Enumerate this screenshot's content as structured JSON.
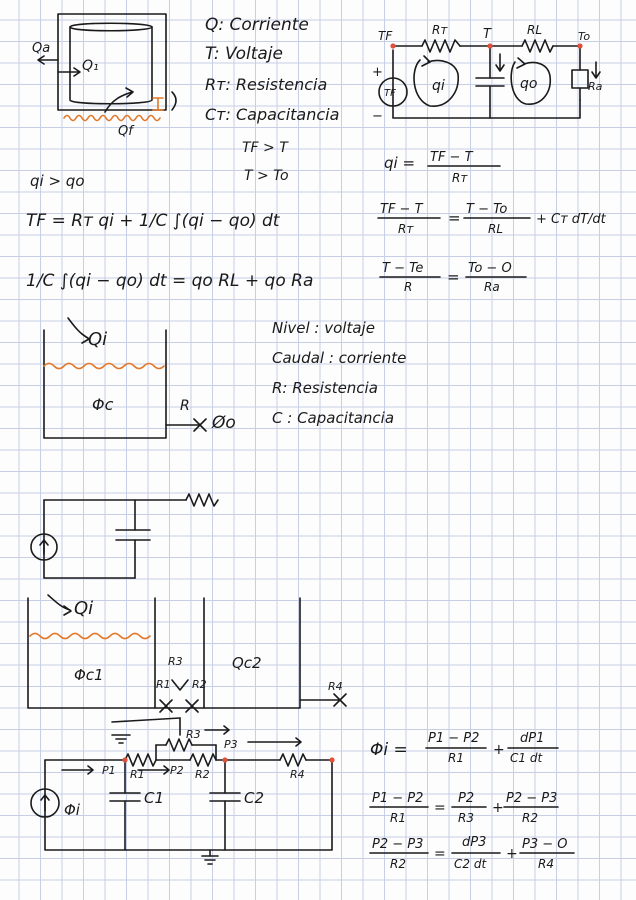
{
  "legend1": {
    "q": "Q: Corriente",
    "t": "T: Voltaje",
    "r": "Rт: Resistencia",
    "c": "Cт: Capacitancia"
  },
  "tank1": {
    "qa": "Qa",
    "q1": "Q₁",
    "qf": "Qf",
    "mark": "I"
  },
  "circuit1": {
    "tf": "TF",
    "tf_source": "TF",
    "r1": "Rт",
    "t": "T",
    "r2": "RL",
    "to": "To",
    "qi": "qi",
    "qo": "qo",
    "ra": "Ra",
    "plus": "+",
    "minus": "−"
  },
  "cond": {
    "tf_gt_t": "TF > T",
    "t_gt_to": "T > To",
    "qi_gt_qo": "qi > qo"
  },
  "eq": {
    "qi_lhs": "qi =",
    "qi_num": "TF − T",
    "qi_den": "Rт",
    "e2_lhs": "TF = Rт qi + 1/C ∫(qi − qo) dt",
    "e3_num_l": "TF − T",
    "e3_den_l": "Rт",
    "e3_num_m": "T − To",
    "e3_den_m": "RL",
    "e3_rest": "+ Cт dT/dt",
    "e4_lhs": "1/C ∫(qi − qo) dt = qo RL + qo Ra",
    "e5_num_l": "T − Te",
    "e5_den_l": "R",
    "e5_num_r": "To − O",
    "e5_den_r": "Ra"
  },
  "tank2": {
    "qi": "Qi",
    "phic": "Φc",
    "r": "R",
    "phio": "Øo"
  },
  "legend2": {
    "nivel": "Nivel : voltaje",
    "caudal": "Caudal : corriente",
    "r": "R: Resistencia",
    "c": "C : Capacitancia"
  },
  "tank3": {
    "qi": "Qi",
    "phic1": "Φc1",
    "qc2": "Qc2",
    "r3": "R3",
    "r1": "R1",
    "r2": "R2",
    "r4": "R4"
  },
  "circuit3": {
    "r3": "R3",
    "p3": "P3",
    "p1": "P1",
    "r1": "R1",
    "p2": "P2",
    "r2": "R2",
    "r4": "R4",
    "c1": "C1",
    "c2": "C2",
    "source": "Φi"
  },
  "eq3": {
    "a_lhs": "Φi =",
    "a_n1": "P1 − P2",
    "a_d1": "R1",
    "a_n2": "dP1",
    "a_d2": "C1 dt",
    "b_n1": "P1 − P2",
    "b_d1": "R1",
    "b_n2": "P2",
    "b_d2": "R3",
    "b_n3": "P2 − P3",
    "b_d3": "R2",
    "c_n1": "P2 − P3",
    "c_d1": "R2",
    "c_n2": "dP3",
    "c_d2": "C2 dt",
    "c_n3": "P3 − O",
    "c_d3": "R4"
  },
  "colors": {
    "ink": "#1a1a1a",
    "water": "#e2792a",
    "node": "#e0503a",
    "grid": "#c7cfe6"
  }
}
